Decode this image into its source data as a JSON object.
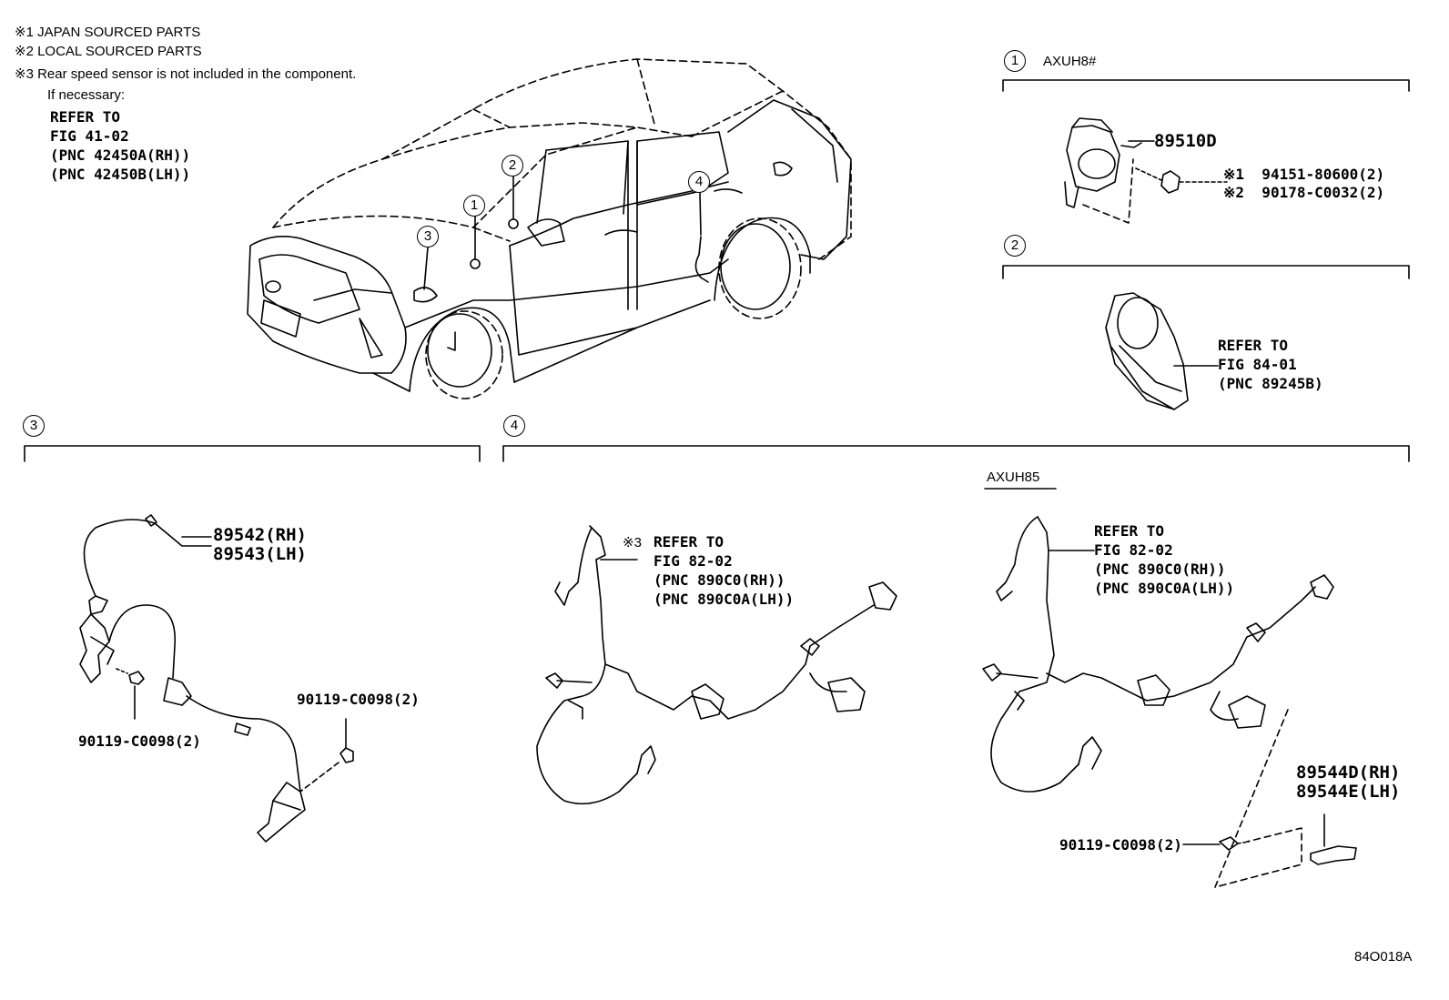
{
  "notes": {
    "n1": "※1 JAPAN SOURCED PARTS",
    "n2": "※2 LOCAL SOURCED PARTS",
    "n3": "※3 Rear speed sensor is not included in the component.",
    "n4": "If necessary:",
    "ref": [
      "REFER TO",
      "FIG 41-02",
      "(PNC 42450A(RH))",
      "(PNC 42450B(LH))"
    ]
  },
  "overview_callouts": [
    "1",
    "2",
    "3",
    "4"
  ],
  "section1": {
    "number": "1",
    "model": "AXUH8#",
    "part_main": "89510D",
    "note1": "※1  94151-80600(2)",
    "note2": "※2  90178-C0032(2)"
  },
  "section2": {
    "number": "2",
    "ref": [
      "REFER TO",
      "FIG 84-01",
      "(PNC 89245B)"
    ]
  },
  "section3": {
    "number": "3",
    "parts": [
      "89542(RH)",
      "89543(LH)"
    ],
    "bolt_left": "90119-C0098(2)",
    "bolt_right": "90119-C0098(2)"
  },
  "section4": {
    "number": "4",
    "model": "AXUH85",
    "left_mark": "※3",
    "left_ref": [
      "REFER TO",
      "FIG 82-02",
      "(PNC 890C0(RH))",
      "(PNC 890C0A(LH))"
    ],
    "right_ref": [
      "REFER TO",
      "FIG 82-02",
      "(PNC 890C0(RH))",
      "(PNC 890C0A(LH))"
    ],
    "parts": [
      "89544D(RH)",
      "89544E(LH)"
    ],
    "bolt": "90119-C0098(2)"
  },
  "illustration_code": "84O018A"
}
